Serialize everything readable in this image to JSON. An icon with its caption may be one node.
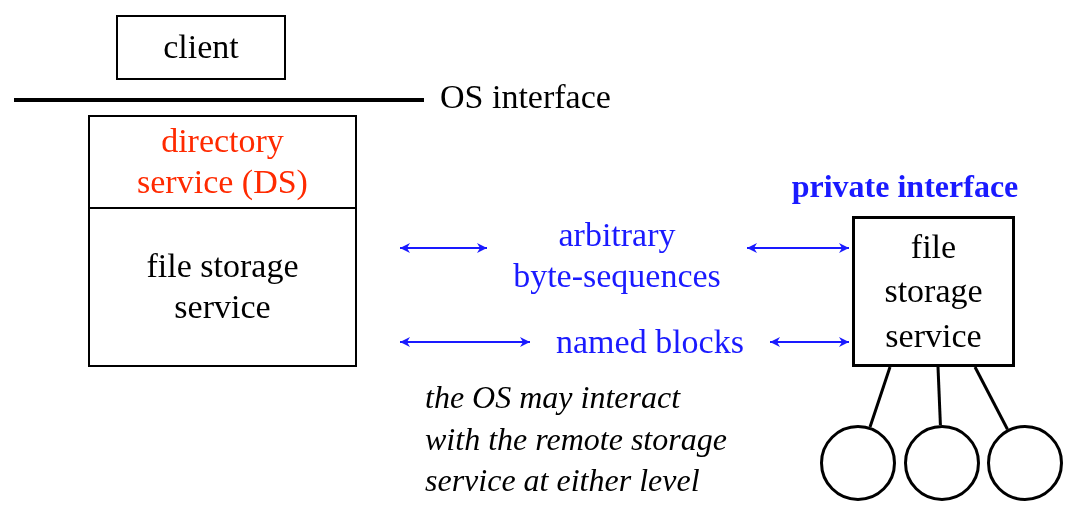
{
  "diagram": {
    "nodes": [
      {
        "text": [
          "client"
        ]
      },
      {
        "text": [
          "directory service (DS)"
        ]
      },
      {
        "text": [
          "file storage service"
        ]
      },
      {
        "text": [
          "arbitrary byte-sequences"
        ]
      },
      {
        "text": [
          "named blocks"
        ]
      },
      {
        "text": [
          "private interface",
          "file storage service"
        ]
      },
      {
        "text": [],
        "shape": "circle"
      },
      {
        "text": [],
        "shape": "circle"
      },
      {
        "text": [],
        "shape": "circle"
      }
    ],
    "edges": [
      {
        "from": null,
        "to": 3,
        "arrow": "both"
      },
      {
        "from": 3,
        "to": 5,
        "arrow": "both"
      },
      {
        "from": null,
        "to": 4,
        "arrow": "both"
      },
      {
        "from": 4,
        "to": 5,
        "arrow": "both"
      },
      {
        "from": 5,
        "to": 6,
        "arrow": "none",
        "color": "#000000"
      },
      {
        "from": 5,
        "to": 7,
        "arrow": "none",
        "color": "#000000"
      },
      {
        "from": 5,
        "to": 8,
        "arrow": "none",
        "color": "#000000"
      }
    ],
    "labels": [
      "OS interface",
      "the OS may interact with the remote storage service at either level"
    ]
  }
}
